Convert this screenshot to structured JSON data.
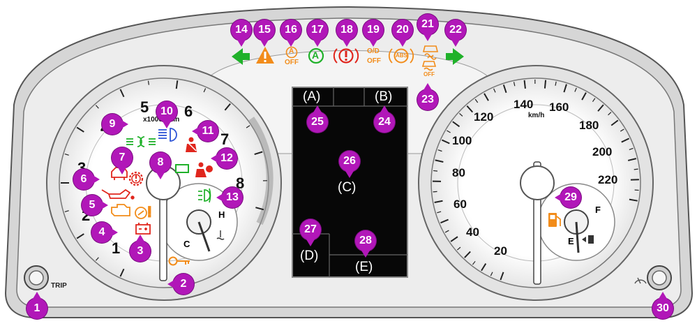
{
  "tachometer": {
    "numbers": [
      "1",
      "2",
      "3",
      "4",
      "5",
      "6",
      "7",
      "8"
    ],
    "unit": "x1000r/min"
  },
  "speedometer": {
    "numbers": [
      "20",
      "40",
      "60",
      "80",
      "100",
      "120",
      "140",
      "160",
      "180",
      "200",
      "220"
    ],
    "unit": "km/h"
  },
  "temp_gauge": {
    "hot": "H",
    "cold": "C"
  },
  "fuel_gauge": {
    "full": "F",
    "empty": "E"
  },
  "trip_button": {
    "label": "TRIP"
  },
  "display": {
    "sections": [
      "(A)",
      "(B)",
      "(C)",
      "(D)",
      "(E)"
    ]
  },
  "indicator_text": {
    "a_off_top": "A",
    "a_off_bottom": "OFF",
    "a_green": "A",
    "od_top": "O/D",
    "od_bottom": "OFF",
    "abs": "ABS",
    "esc_off": "OFF"
  },
  "callouts": [
    "1",
    "2",
    "3",
    "4",
    "5",
    "6",
    "7",
    "8",
    "9",
    "10",
    "11",
    "12",
    "13",
    "14",
    "15",
    "16",
    "17",
    "18",
    "19",
    "20",
    "21",
    "22",
    "23",
    "24",
    "25",
    "26",
    "27",
    "28",
    "29",
    "30"
  ],
  "colors": {
    "callout": "#b117b8",
    "amber": "#f28c1a",
    "red": "#e0261d",
    "green": "#20b12a",
    "blue": "#2f55d6"
  }
}
